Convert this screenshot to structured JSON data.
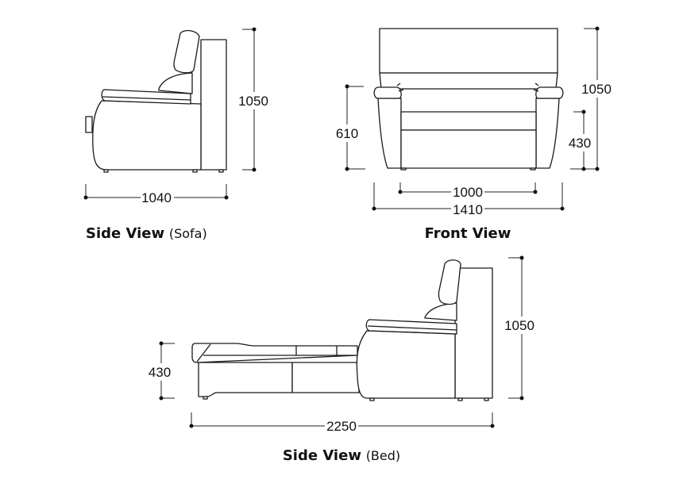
{
  "side_sofa": {
    "caption_bold": "Side View",
    "caption_note": "(Sofa)",
    "height": "1050",
    "depth": "1040"
  },
  "front": {
    "caption": "Front View",
    "arm_height": "610",
    "total_height": "1050",
    "seat_height": "430",
    "seat_width": "1000",
    "total_width": "1410"
  },
  "side_bed": {
    "caption_bold": "Side View",
    "caption_note": "(Bed)",
    "height": "1050",
    "bed_height": "430",
    "length": "2250"
  }
}
